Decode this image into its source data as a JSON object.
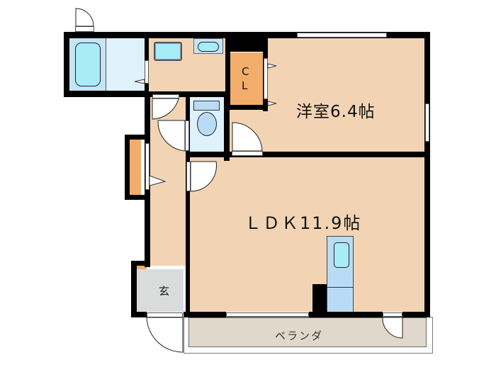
{
  "floor_plan": {
    "rooms": {
      "western_room": {
        "label": "洋室6.4帖",
        "type": "Western-style room",
        "size_jo": 6.4
      },
      "ldk": {
        "label": "ＬＤＫ11.9帖",
        "type": "Living/Dining/Kitchen",
        "size_jo": 11.9
      },
      "closet": {
        "label_top": "C",
        "label_bottom": "L"
      },
      "entrance": {
        "label": "玄"
      },
      "veranda": {
        "label": "ベランダ"
      },
      "bathroom": {
        "label": ""
      },
      "washroom": {
        "label": ""
      },
      "toilet": {
        "label": ""
      }
    },
    "colors": {
      "floor": "#f2d4b4",
      "wet_area": "#dff2fc",
      "fixture": "#a8ecf8",
      "closet": "#f2ad6c",
      "entrance": "#dadcdc",
      "veranda": "#e1d8cc",
      "wall": "#000000"
    }
  }
}
